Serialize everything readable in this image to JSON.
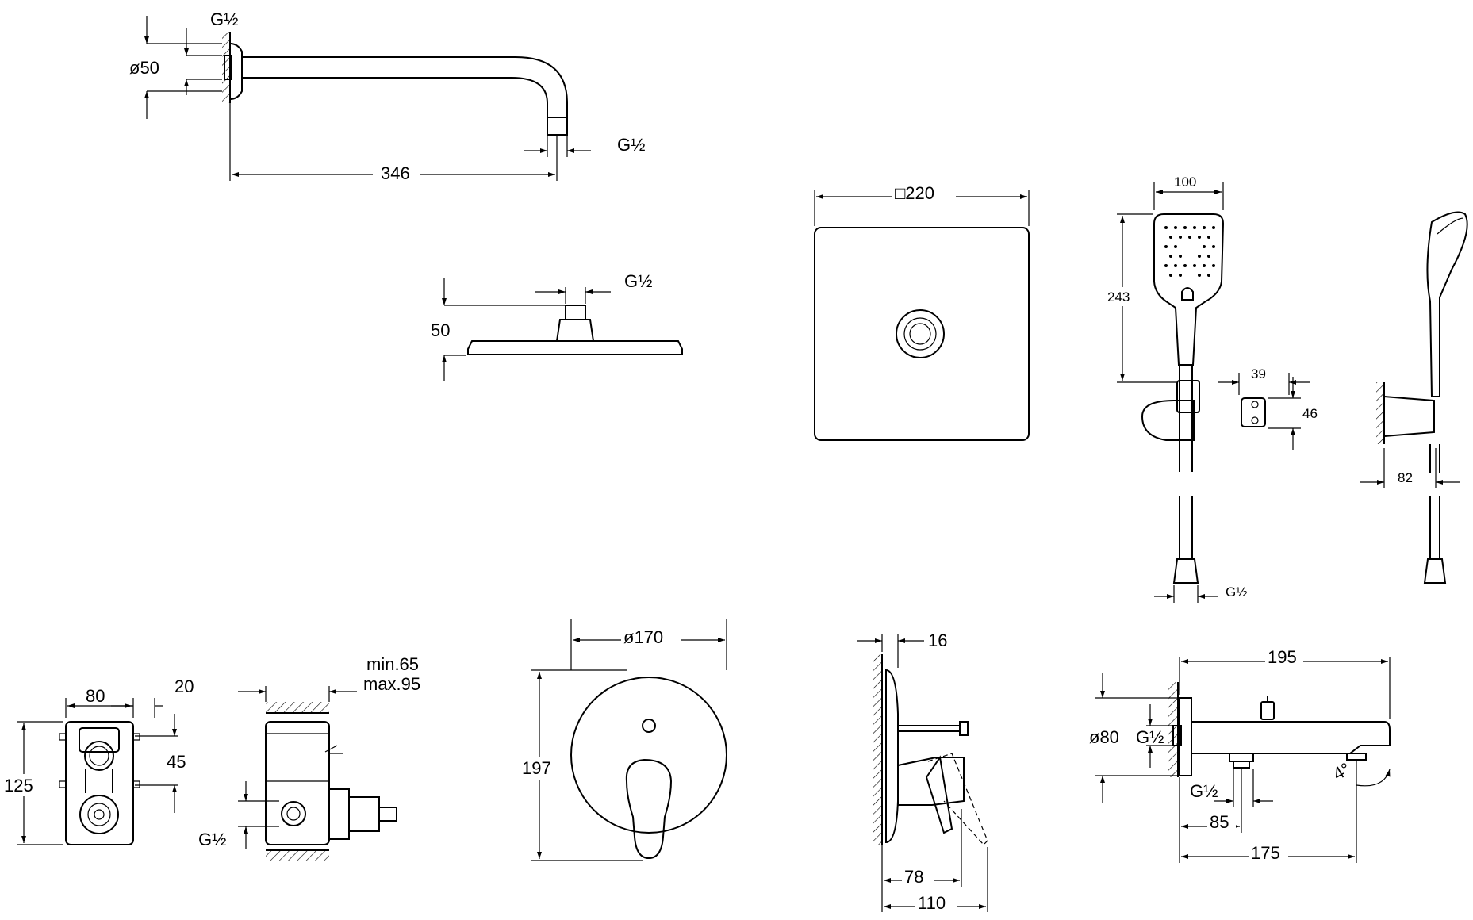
{
  "shower_arm": {
    "thread_top": "G½",
    "diameter": "ø50",
    "thread_end": "G½",
    "length": "346"
  },
  "head_shower_side": {
    "thread": "G½",
    "height": "50"
  },
  "head_shower_top": {
    "size": "□220"
  },
  "hand_shower": {
    "width": "100",
    "length": "243",
    "holder_width": "39",
    "holder_height": "46",
    "thread": "G½",
    "projection": "82"
  },
  "concealed_body_front": {
    "width": "80",
    "offset": "20",
    "height": "125",
    "inner": "45"
  },
  "concealed_body_side": {
    "min_depth": "min.65",
    "max_depth": "max.95",
    "thread": "G½"
  },
  "mixer_front": {
    "diameter": "ø170",
    "height": "197"
  },
  "mixer_side": {
    "depth_plate": "16",
    "lever_depth": "78",
    "total_depth": "110"
  },
  "spout": {
    "length": "195",
    "diameter": "ø80",
    "thread_top": "G½",
    "thread_bottom": "G½",
    "angle": "4°",
    "offset": "85",
    "total": "175"
  }
}
